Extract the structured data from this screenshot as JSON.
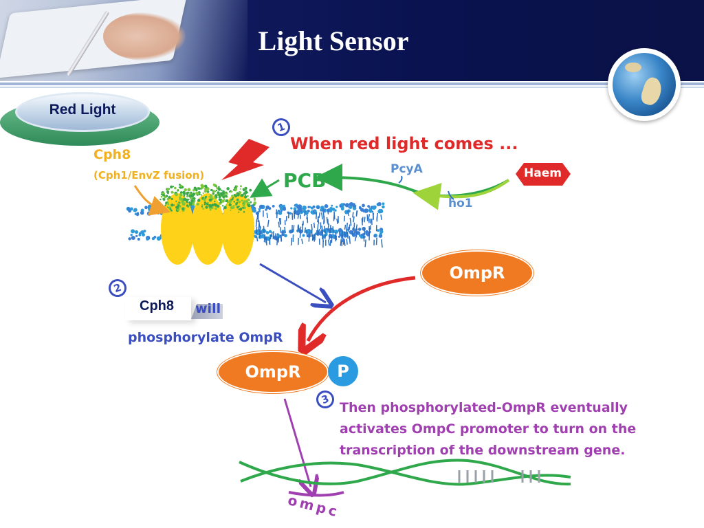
{
  "slide": {
    "title": "Light Sensor",
    "badge_label": "Red Light"
  },
  "diagram": {
    "step_markers": [
      "1",
      "2",
      "3"
    ],
    "step1_text": "When red light comes ...",
    "cph8_label": "Cph8",
    "cph8_fusion_label": "(Cph1/EnvZ fusion)",
    "pcb_label": "PCB",
    "pcya_label": "PcyA",
    "haem_label": "Haem",
    "ho1_label": "ho1",
    "ompr_top_label": "OmpR",
    "step2_cph8": "Cph8",
    "step2_will": "will",
    "step2_rest": "phosphorylate  OmpR",
    "ompr_bottom_label": "OmpR",
    "phospho_label": "P",
    "step3_line1": "Then phosphorylated-OmpR eventually",
    "step3_line2": "activates OmpC promoter to turn on the",
    "step3_line3": "transcription of the downstream gene.",
    "ompc_label": "ompc"
  },
  "colors": {
    "header_bg": "#0b1247",
    "accent_red": "#e02a2a",
    "pcb_green": "#2ea84a",
    "ompr_orange": "#f07a22",
    "phospho_blue": "#2a9be0",
    "step3_purple": "#a040b0",
    "membrane_blue": "#3a7fd4",
    "protein_yellow": "#ffd21a"
  }
}
